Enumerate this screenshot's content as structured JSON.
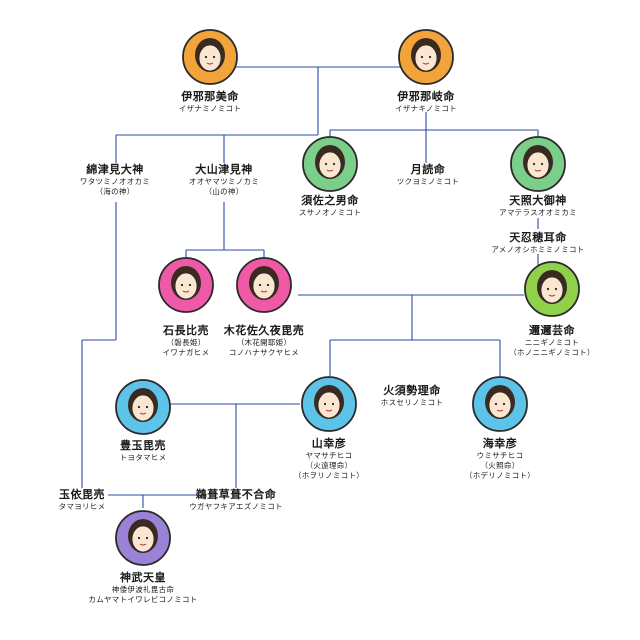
{
  "colors": {
    "line": "#2c4aa8",
    "izanami": "#f2a33a",
    "izanagi": "#f2a33a",
    "susanoo": "#7bcf8a",
    "amaterasu": "#7bcf8a",
    "iwanaga": "#ee5aa6",
    "konohana": "#ee5aa6",
    "ninigi": "#8fd14a",
    "toyotama": "#5ec3e8",
    "yamasachi": "#5ec3e8",
    "umisachi": "#5ec3e8",
    "jimmu": "#9a82d8"
  },
  "nodes": {
    "izanami": {
      "name": "伊邪那美命",
      "kana": "イザナミノミコト"
    },
    "izanagi": {
      "name": "伊邪那岐命",
      "kana": "イザナキノミコト"
    },
    "watatsumi": {
      "name": "綿津見大神",
      "kana": "ワタツミノオオカミ",
      "note": "（海の神）"
    },
    "oyamatsumi": {
      "name": "大山津見神",
      "kana": "オオヤマツミノカミ",
      "note": "（山の神）"
    },
    "susanoo": {
      "name": "須佐之男命",
      "kana": "スサノオノミコト"
    },
    "tsukuyomi": {
      "name": "月読命",
      "kana": "ツクヨミノミコト"
    },
    "amaterasu": {
      "name": "天照大御神",
      "kana": "アマテラスオオミカミ"
    },
    "oshihomimi": {
      "name": "天忍穂耳命",
      "kana": "アメノオシホミミノミコト"
    },
    "iwanaga": {
      "name": "石長比売",
      "note": "（磐長姫）",
      "kana": "イワナガヒメ"
    },
    "konohana": {
      "name": "木花佐久夜毘売",
      "note": "（木花開耶姫）",
      "kana": "コノハナサクヤヒメ"
    },
    "ninigi": {
      "name": "邇邇芸命",
      "kana": "ニニギノミコト",
      "note": "（ホノニニギノミコト）"
    },
    "hosuseri": {
      "name": "火須勢理命",
      "kana": "ホスセリノミコト"
    },
    "toyotama": {
      "name": "豊玉毘売",
      "kana": "トヨタマヒメ"
    },
    "yamasachi": {
      "name": "山幸彦",
      "kana": "ヤマサチヒコ",
      "note": "（火遠理命）",
      "note2": "（ホヲリノミコト）"
    },
    "umisachi": {
      "name": "海幸彦",
      "kana": "ウミサチヒコ",
      "note": "（火照命）",
      "note2": "（ホデリノミコト）"
    },
    "tamayori": {
      "name": "玉依毘売",
      "kana": "タマヨリヒメ"
    },
    "ugaya": {
      "name": "鵜葺草葺不合命",
      "kana": "ウガヤフキアエズノミコト"
    },
    "jimmu": {
      "name": "神武天皇",
      "alt": "神倭伊波礼毘古命",
      "kana": "カムヤマトイワレビコノミコト"
    }
  }
}
